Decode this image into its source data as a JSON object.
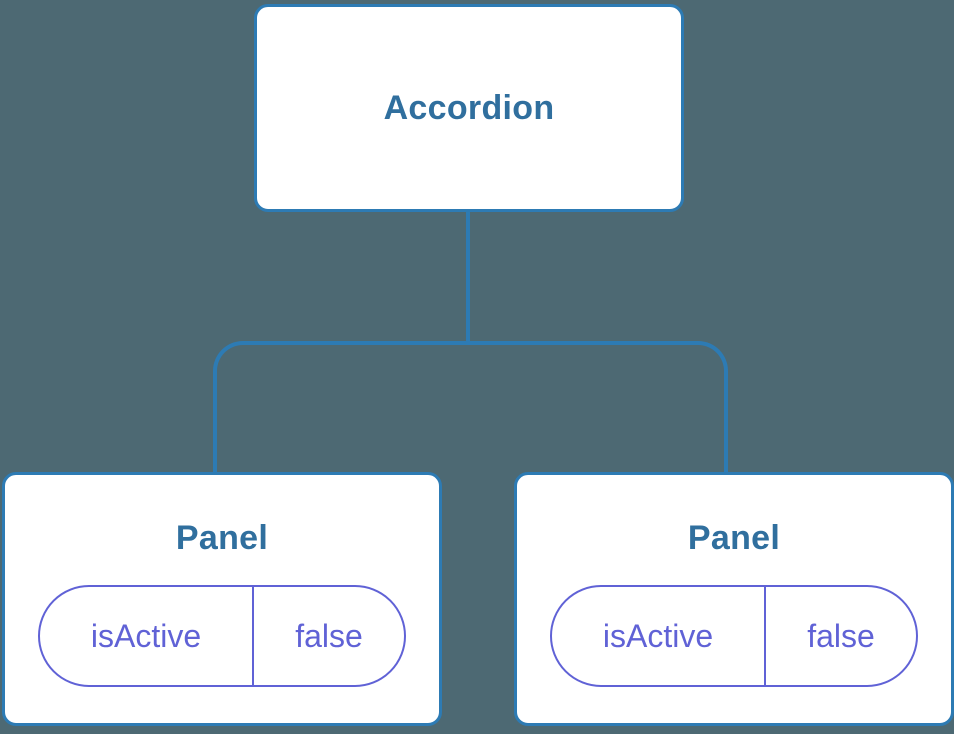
{
  "diagram": {
    "type": "component-tree",
    "colors": {
      "background": "#4D6973",
      "node_border": "#2D7BB4",
      "node_fill": "#FFFFFF",
      "node_title": "#306F9E",
      "state_accent": "#6062D6"
    },
    "root": {
      "title": "Accordion"
    },
    "children": [
      {
        "title": "Panel",
        "state": {
          "key": "isActive",
          "value": "false"
        }
      },
      {
        "title": "Panel",
        "state": {
          "key": "isActive",
          "value": "false"
        }
      }
    ]
  }
}
